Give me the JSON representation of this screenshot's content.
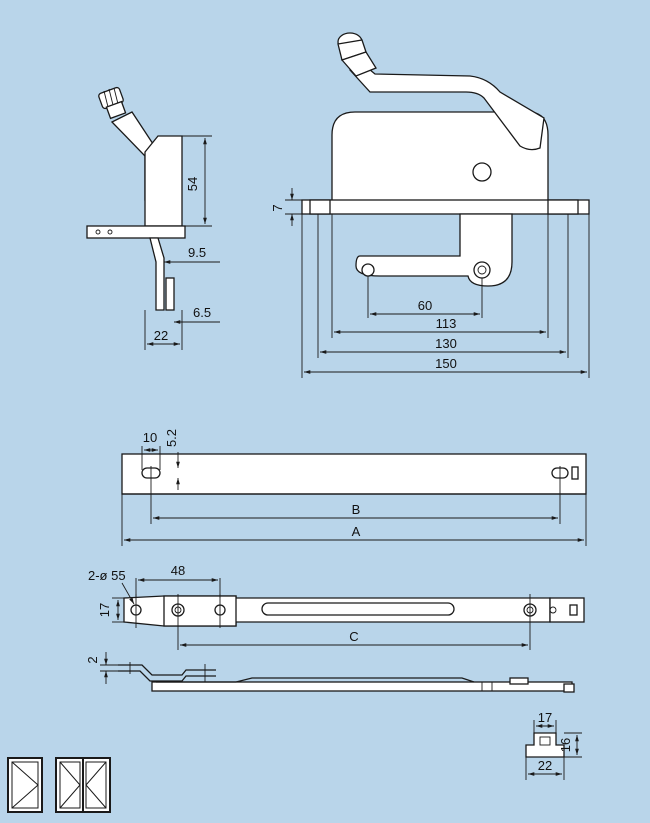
{
  "colors": {
    "background": "#b9d5ea",
    "line": "#1a1a1a",
    "part_fill": "#ffffff"
  },
  "side_view": {
    "dim_height": "54",
    "dim_offset": "9.5",
    "dim_thickness": "6.5",
    "dim_width": "22"
  },
  "front_view": {
    "dim_flange": "7",
    "dim_60": "60",
    "dim_113": "113",
    "dim_130": "130",
    "dim_150": "150"
  },
  "bar_view": {
    "dim_10": "10",
    "dim_52": "5.2",
    "dim_b": "B",
    "dim_a": "A"
  },
  "plate_view": {
    "dim_holes": "2-ø 55",
    "dim_48": "48",
    "dim_17": "17",
    "dim_c": "C"
  },
  "profile_view": {
    "dim_2": "2"
  },
  "section_view": {
    "dim_17": "17",
    "dim_16": "16",
    "dim_22": "22"
  },
  "icons": [
    "single-casement-window-icon",
    "double-casement-window-icon"
  ]
}
